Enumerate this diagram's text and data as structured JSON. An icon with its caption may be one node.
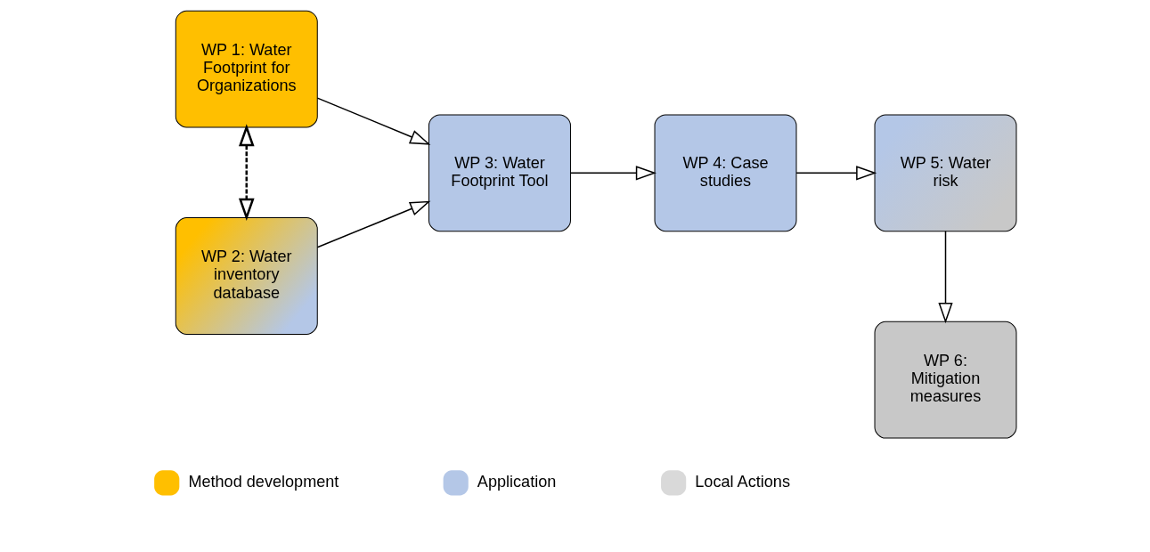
{
  "diagram": {
    "nodes": [
      {
        "text": [
          "WP 1: Water Footprint for Organizations"
        ]
      },
      {
        "text": [
          "WP 2: Water inventory database"
        ]
      },
      {
        "text": [
          "WP 3: Water Footprint Tool"
        ]
      },
      {
        "text": [
          "WP 4: Case studies"
        ]
      },
      {
        "text": [
          "WP 5: Water risk"
        ]
      },
      {
        "text": [
          "WP 6: Mitigation measures"
        ]
      }
    ],
    "edges": [
      {
        "from": 0,
        "to": 1,
        "arrow": "both",
        "style": "dashed"
      },
      {
        "from": 0,
        "to": 2,
        "arrow": "to"
      },
      {
        "from": 1,
        "to": 2,
        "arrow": "to"
      },
      {
        "from": 2,
        "to": 3,
        "arrow": "to"
      },
      {
        "from": 3,
        "to": 4,
        "arrow": "to"
      },
      {
        "from": 4,
        "to": 5,
        "arrow": "to"
      }
    ],
    "legend": [
      {
        "text": "Method development",
        "color": "#ffbf00"
      },
      {
        "text": "Application",
        "color": "#b4c7e7"
      },
      {
        "text": "Local Actions",
        "color": "#d9d9d9"
      }
    ]
  }
}
